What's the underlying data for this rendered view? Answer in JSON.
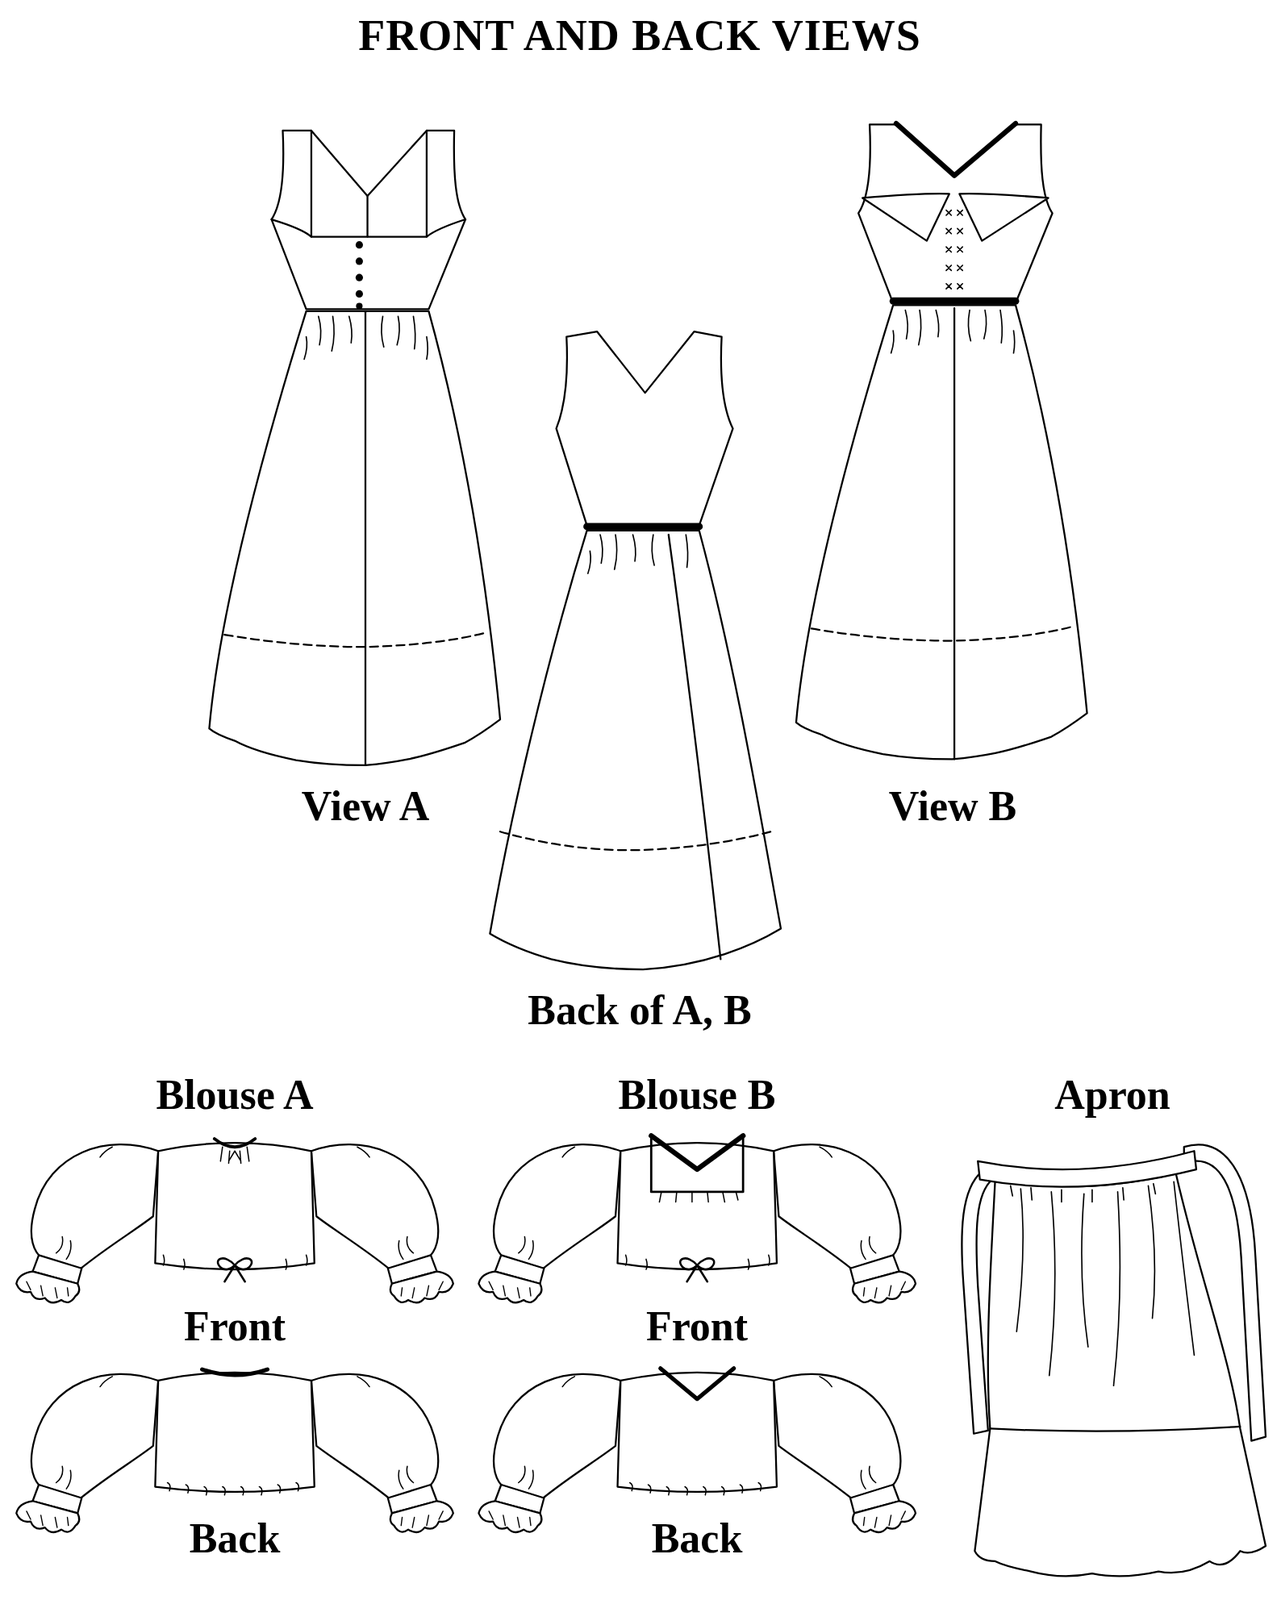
{
  "diagram": {
    "title": "FRONT AND BACK VIEWS",
    "labels": [
      "View A",
      "View B",
      "Back of A, B",
      "Blouse A",
      "Blouse B",
      "Apron",
      "Front",
      "Front",
      "Back",
      "Back"
    ]
  }
}
